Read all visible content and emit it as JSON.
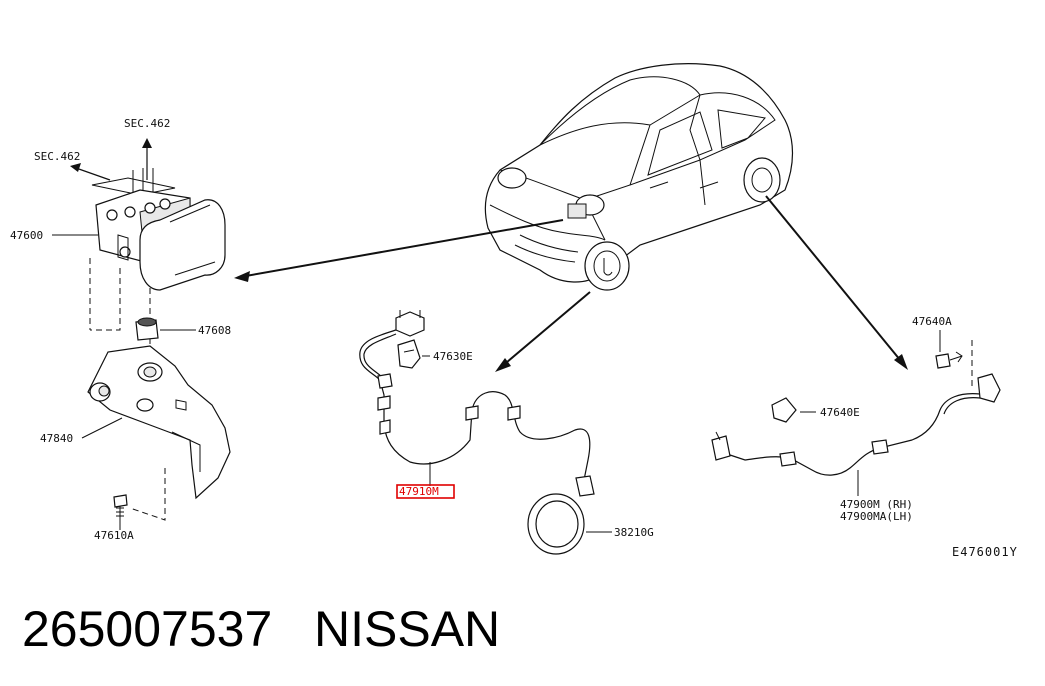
{
  "diagram": {
    "labels": {
      "sec_462_top": "SEC.462",
      "sec_462_left": "SEC.462",
      "p47600": "47600",
      "p47608": "47608",
      "p47840": "47840",
      "p47610a": "47610A",
      "p47630e": "47630E",
      "p47910m": "47910M",
      "p38210g": "38210G",
      "p47640a": "47640A",
      "p47640e": "47640E",
      "p47900m": "47900M (RH)",
      "p47900ma": "47900MA(LH)"
    },
    "diagram_code": "E476001Y",
    "highlighted_part": "47910M",
    "highlight_color": "#e00000"
  },
  "caption": {
    "part_number": "265007537",
    "brand": "NISSAN"
  }
}
